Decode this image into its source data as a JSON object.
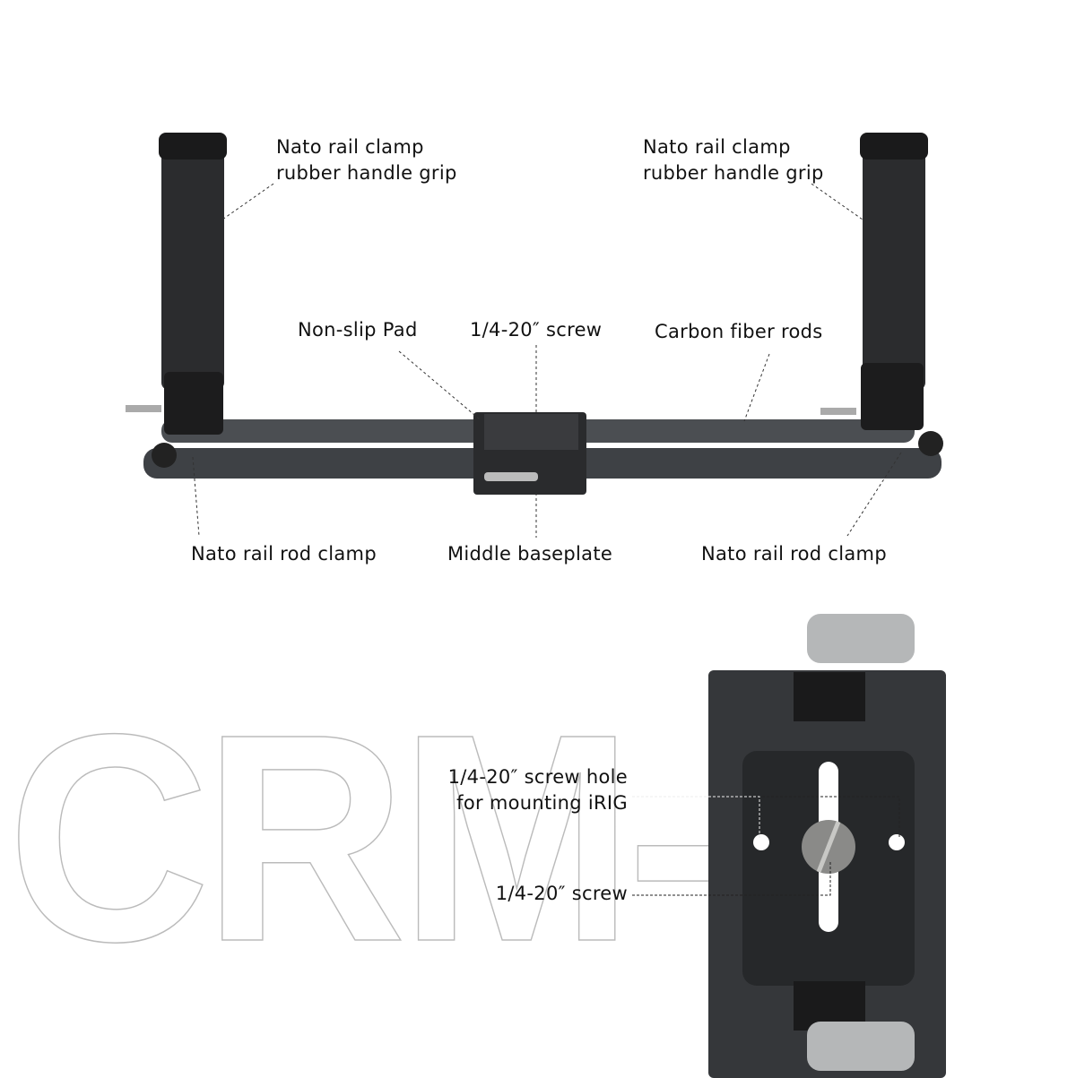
{
  "top_diagram": {
    "labels": {
      "grip_left": [
        "Nato rail clamp",
        "rubber handle grip"
      ],
      "grip_right": [
        "Nato rail clamp",
        "rubber handle grip"
      ],
      "non_slip_pad": "Non-slip Pad",
      "screw_top": "1/4-20″ screw",
      "carbon_rods": "Carbon fiber rods",
      "rod_clamp_left": "Nato rail rod clamp",
      "middle_baseplate": "Middle baseplate",
      "rod_clamp_right": "Nato rail rod clamp"
    }
  },
  "bottom_diagram": {
    "watermark": "CRM-2",
    "labels": {
      "screw_hole": [
        "1/4-20″ screw hole",
        "for mounting iRIG"
      ],
      "screw": "1/4-20″ screw"
    }
  }
}
